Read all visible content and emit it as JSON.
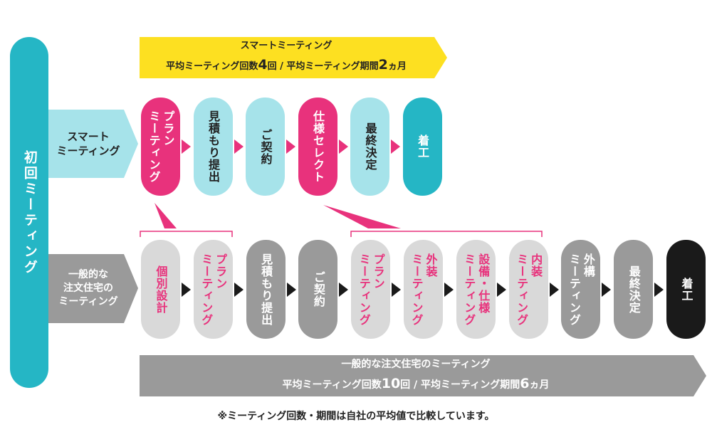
{
  "first_meeting": "初回ミーティング",
  "smart": {
    "label": "スマート\nミーティング",
    "banner_title": "スマートミーティング",
    "banner_line": {
      "prefix": "平均ミーティング回数",
      "count": "4",
      "count_unit": "回",
      "sep": " / ",
      "period_label": "平均ミーティング期間",
      "period": "2",
      "period_unit": "ヵ月"
    },
    "steps": [
      {
        "label": "プラン\nミーティング",
        "style": "pink"
      },
      {
        "label": "見積もり提出",
        "style": "lightblue"
      },
      {
        "label": "ご契約",
        "style": "lightblue"
      },
      {
        "label": "仕様セレクト",
        "style": "pink"
      },
      {
        "label": "最終決定",
        "style": "lightblue"
      },
      {
        "label": "着工",
        "style": "teal"
      }
    ]
  },
  "general": {
    "label": "一般的な\n注文住宅の\nミーティング",
    "banner_title": "一般的な注文住宅のミーティング",
    "banner_line": {
      "prefix": "平均ミーティング回数",
      "count": "10",
      "count_unit": "回",
      "sep": " / ",
      "period_label": "平均ミーティング期間",
      "period": "6",
      "period_unit": "ヵ月"
    },
    "steps": [
      {
        "label": "個別設計",
        "style": "lightgray-pink"
      },
      {
        "label": "プラン\nミーティング",
        "style": "lightgray-pink"
      },
      {
        "label": "見積もり提出",
        "style": "gray"
      },
      {
        "label": "ご契約",
        "style": "gray"
      },
      {
        "label": "プラン\nミーティング",
        "style": "lightgray-pink"
      },
      {
        "label": "外装\nミーティング",
        "style": "lightgray-pink"
      },
      {
        "label": "設備・仕様\nミーティング",
        "style": "lightgray-pink"
      },
      {
        "label": "内装\nミーティング",
        "style": "lightgray-pink"
      },
      {
        "label": "外構\nミーティング",
        "style": "gray"
      },
      {
        "label": "最終決定",
        "style": "gray"
      },
      {
        "label": "着工",
        "style": "black"
      }
    ]
  },
  "footnote": "※ミーティング回数・期間は自社の平均値で比較しています。",
  "colors": {
    "teal": "#25b6c5",
    "lightblue": "#a6e3ea",
    "pink": "#e8327c",
    "yellow": "#fde021",
    "gray": "#9a9a9a",
    "lightgray": "#d9d9d9",
    "black": "#1a1a1a"
  }
}
